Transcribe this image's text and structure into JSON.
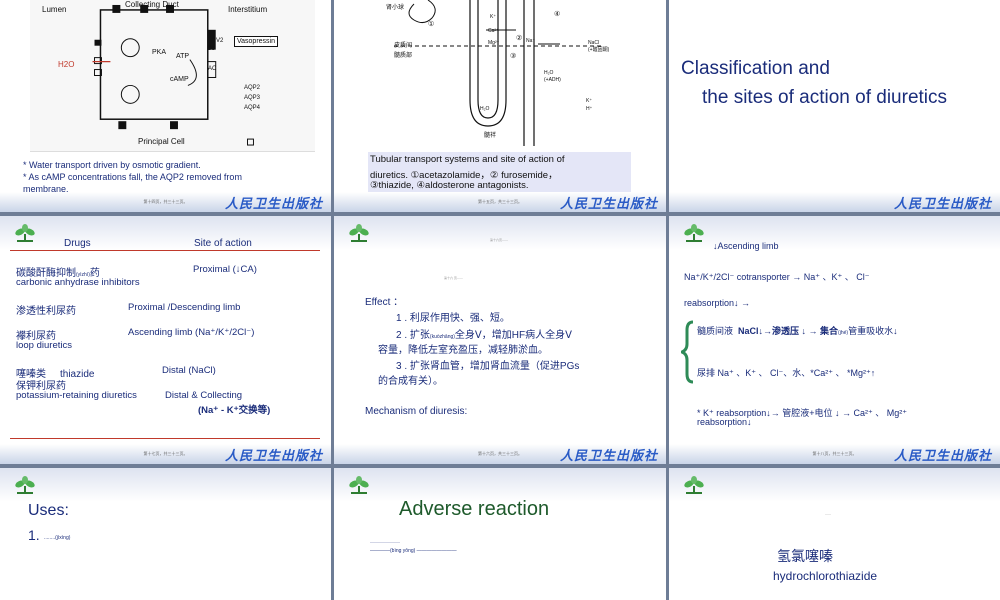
{
  "brand": "人民卫生出版社",
  "s1": {
    "lumen": "Lumen",
    "duct": "Collecting Duct",
    "interstitium": "Interstitium",
    "h2o": "H2O",
    "pka": "PKA",
    "atp": "ATP",
    "camp": "cAMP",
    "gs": "Gs",
    "v2": "V2",
    "ac": "AC",
    "vasopressin": "Vasopressin",
    "aqp2": "AQP2",
    "aqp3": "AQP3",
    "aqp4": "AQP4",
    "principal": "Principal Cell",
    "bullet1": "* Water transport driven by osmotic gradient.",
    "bullet2": "* As cAMP concentrations fall, the AQP2 removed from",
    "bullet3": "membrane.",
    "page": "第十四页，共三十三页。"
  },
  "s2": {
    "glomerulus": "肾小球",
    "cortex": "皮质间",
    "medulla": "髓质部",
    "loop": "髓袢",
    "c1": "①",
    "c2": "②",
    "c3": "③",
    "c4": "④",
    "k": "K⁺",
    "ca": "Ca²⁺",
    "mg": "Mg²⁺",
    "na": "Na⁺",
    "h": "H⁺",
    "h2o": "H₂O",
    "nacl": "NaCl",
    "ions": "(+醛固酮)",
    "h2oadh": "H₂O",
    "adh": "(+ADH)",
    "caption1": "Tubular transport systems and site of action of",
    "caption2": "diuretics. ①acetazolamide，② furosemide，",
    "caption3": "③thiazide, ④aldosterone antagonists.",
    "page": "第十五页，共三十三页。"
  },
  "s3": {
    "title1": "Classification and",
    "title2": "the sites of action of diuretics"
  },
  "s4": {
    "h_drugs": "Drugs",
    "h_site": "Site of action",
    "r1a": "碳酸酐酶抑制",
    "r1b": "(yìzhì)",
    "r1c": "药",
    "r1d": "carbonic anhydrase inhibitors",
    "r1site": "Proximal (↓CA)",
    "r2a": "渗透性利尿药",
    "r2site": "Proximal /Descending limb",
    "r3a": "襻利尿药",
    "r3b": "loop diuretics",
    "r3site": "Ascending limb (Na⁺/K⁺/2Cl⁻)",
    "r4a": "噻嗪类",
    "r4b": "thiazide",
    "r4site": "Distal (NaCl)",
    "r5a": "保钾利尿药",
    "r5b": "potassium-retaining diuretics",
    "r5site": "Distal & Collecting",
    "r5site2": "(Na⁺ - K⁺交换等)",
    "page": "第十七页，共三十三页。"
  },
  "s5": {
    "tiny": "第十六页——",
    "tiny2": "第十六 页——",
    "effect": "Effect ：",
    "e1": "1 .   利尿作用快、强、短。",
    "e2a": "2 .   扩张",
    "e2b": "(kuòzhāng)",
    "e2c": "全身Ⅴ，增加HF病人全身Ⅴ",
    "e2d": "容量，降低左室充盈压，减轻肺淤血。",
    "e3a": "3 .   扩张肾血管，增加肾血流量（促进PGs",
    "e3b": "的合成有关）。",
    "mechanism": "Mechanism of diuresis:",
    "page": "第十六页，共三十三页。"
  },
  "s6": {
    "title": "↓Ascending limb",
    "l1": "Na⁺/K⁺/2Cl⁻ cotransporter  →  Na⁺ 、K⁺ 、 Cl⁻",
    "l2": "reabsorption↓ →",
    "l3a": "髓质间液",
    "l3b": "NaCl↓→渗透压 ↓ → 集合",
    "l3c": "(jhé)",
    "l3d": "管重吸收水↓",
    "l4": "尿排  Na⁺ 、K⁺ 、 Cl⁻、水、*Ca²⁺ 、 *Mg²⁺↑",
    "l5": "* K⁺ reabsorption↓→  管腔液+电位 ↓ →  Ca²⁺  、  Mg²⁺",
    "l6": "reabsorption↓",
    "page": "第十八页，共三十三页。"
  },
  "s7": {
    "uses": "Uses:",
    "num": "1.",
    "small": "........(jìxìng)"
  },
  "s8": {
    "title": "Adverse  reaction",
    "tiny1": "——————————",
    "tiny2": "————(bìng yōng) ————————"
  },
  "s9": {
    "tiny": "——",
    "cn": "氢氯噻嗪",
    "en": "hydrochlorothiazide"
  },
  "colors": {
    "title": "#1a2c7a",
    "red_line": "#c0392b",
    "brace": "#2e8b57",
    "box": "#e4e6f7",
    "brand": "#2a5bc6"
  }
}
